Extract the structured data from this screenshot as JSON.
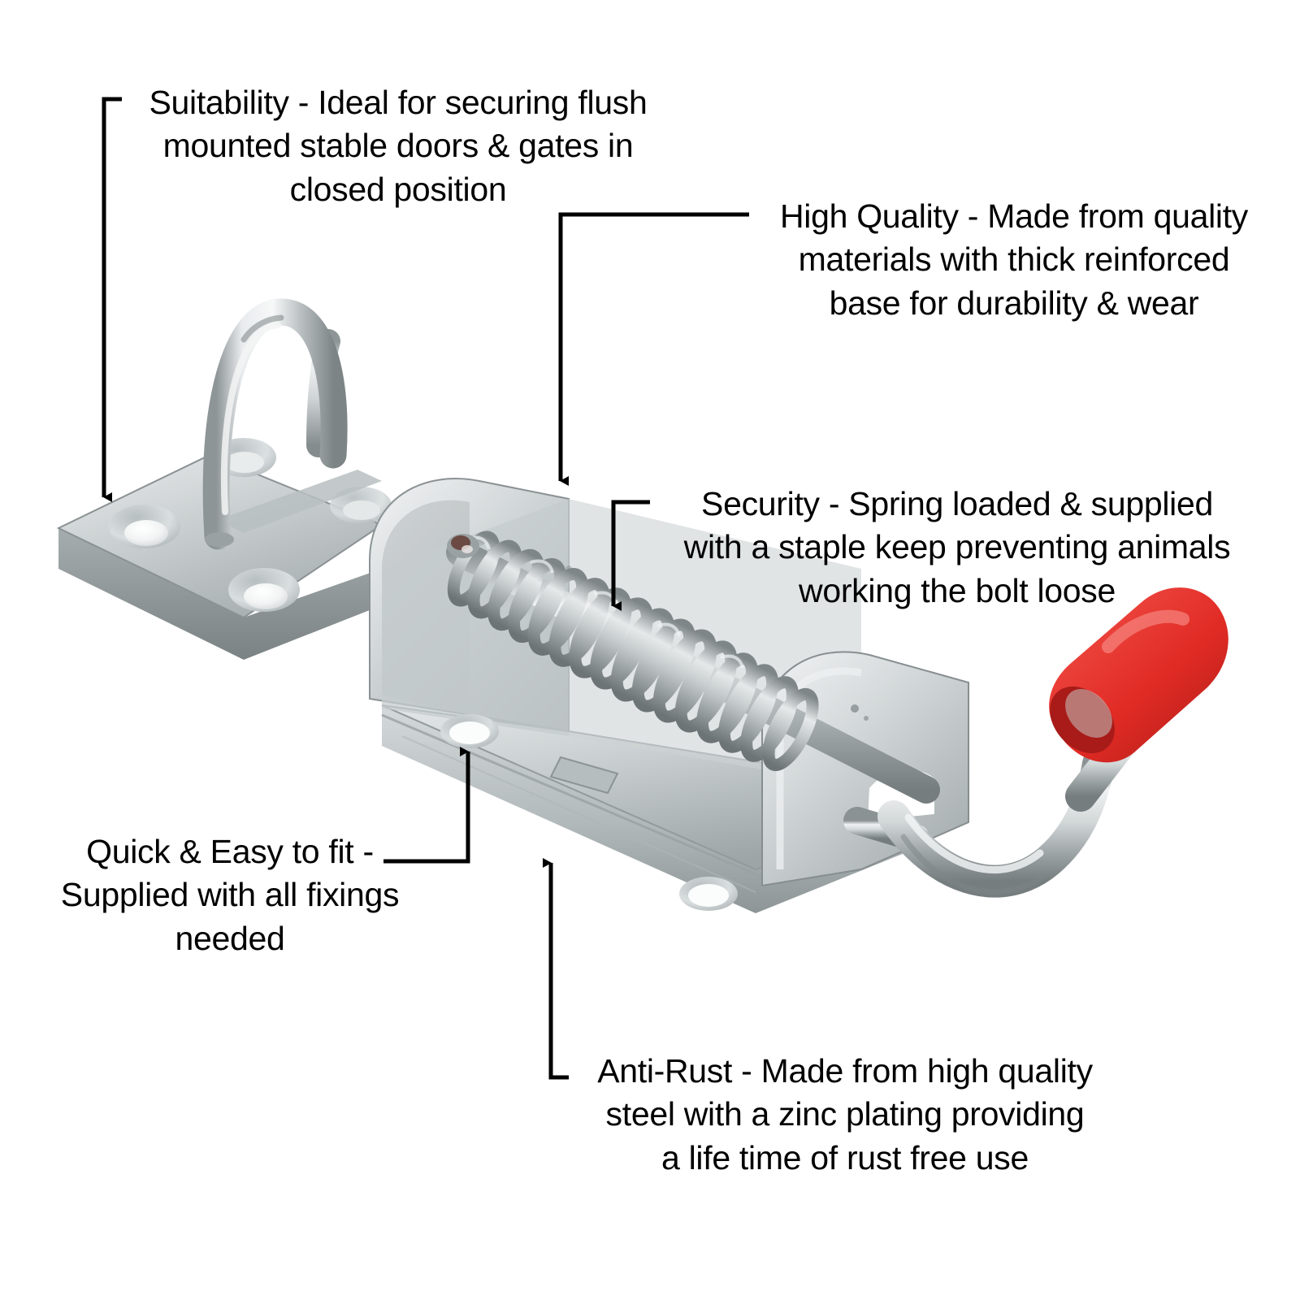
{
  "product": {
    "name": "Spring bolt latch with staple keep",
    "finish": "zinc plated steel",
    "colors": {
      "metal_light": "#e4e7e8",
      "metal_mid": "#c2c7c8",
      "metal_dark": "#93999b",
      "metal_shadow": "#6f7678",
      "red_cap": "#e8342e",
      "red_cap_dark": "#b81f1c",
      "red_cap_light": "#f4605a",
      "background": "#ffffff",
      "line": "#000000"
    },
    "parts": [
      {
        "id": "staple-keep-plate",
        "label": "staple keep plate"
      },
      {
        "id": "staple-loop",
        "label": "U-shaped staple loop"
      },
      {
        "id": "bracket-body",
        "label": "reinforced U-channel base"
      },
      {
        "id": "spring",
        "label": "coil spring"
      },
      {
        "id": "bolt-shaft",
        "label": "sliding bolt shaft"
      },
      {
        "id": "bolt-handle",
        "label": "curved bolt handle"
      },
      {
        "id": "red-grip-cap",
        "label": "red plastic grip cap"
      },
      {
        "id": "mounting-holes",
        "label": "countersunk fixing holes"
      }
    ]
  },
  "callouts": [
    {
      "id": "suitability",
      "title": "Suitability",
      "text": "Suitability - Ideal for securing flush\nmounted stable doors & gates in\nclosed position",
      "leader": {
        "shape": "stub-left-down",
        "arrow": "down"
      }
    },
    {
      "id": "high-quality",
      "title": "High Quality",
      "text": "High Quality - Made from quality\nmaterials with thick reinforced\nbase for durability & wear",
      "leader": {
        "shape": "horizontal-then-down",
        "arrow": "down"
      }
    },
    {
      "id": "security",
      "title": "Security",
      "text": "Security - Spring loaded & supplied\nwith a staple keep preventing animals\nworking the bolt loose",
      "leader": {
        "shape": "stub-left-down",
        "arrow": "down"
      }
    },
    {
      "id": "quick-easy",
      "title": "Quick & Easy to fit",
      "text": "Quick & Easy to fit -\nSupplied with all fixings\nneeded",
      "leader": {
        "shape": "horizontal-then-up",
        "arrow": "up"
      }
    },
    {
      "id": "anti-rust",
      "title": "Anti-Rust",
      "text": "Anti-Rust - Made from high quality\nsteel with a zinc plating providing\na life time of rust free use",
      "leader": {
        "shape": "stub-left-up",
        "arrow": "up"
      }
    }
  ]
}
